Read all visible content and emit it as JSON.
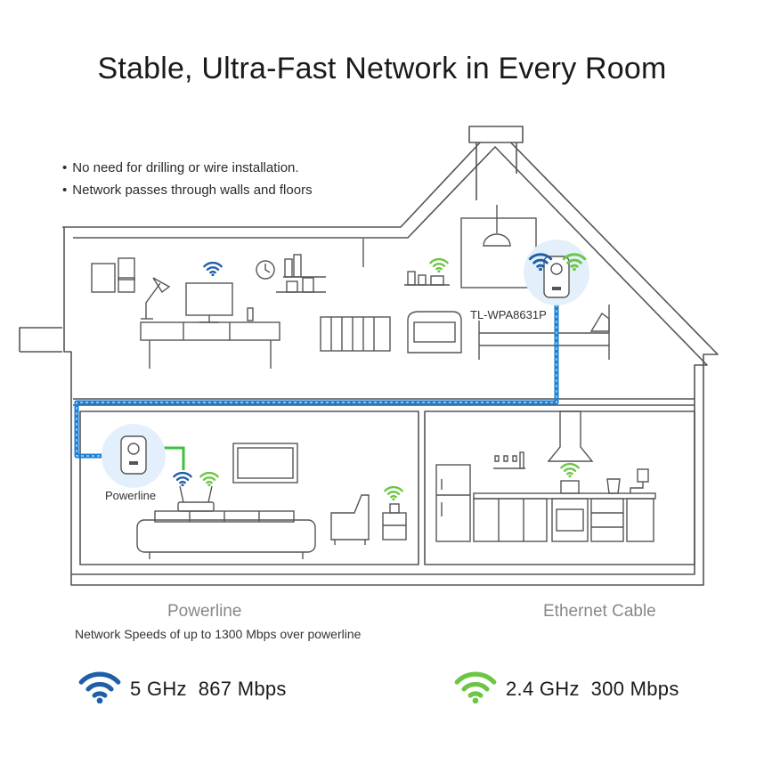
{
  "title": "Stable, Ultra-Fast Network in Every Room",
  "bullets": [
    "No need for drilling or wire installation.",
    "Network passes through walls and floors"
  ],
  "labels": {
    "extender_model": "TL-WPA8631P",
    "powerline_device": "Powerline"
  },
  "legend": {
    "powerline": "Powerline",
    "ethernet": "Ethernet Cable",
    "speed_note": "Network Speeds of up to 1300 Mbps over powerline"
  },
  "bands": [
    {
      "band": "5 GHz",
      "speed": "867 Mbps",
      "icon": "wifi-5ghz-icon",
      "color": "#1f5fa8"
    },
    {
      "band": "2.4 GHz",
      "speed": "300 Mbps",
      "icon": "wifi-24ghz-icon",
      "color": "#6cc644"
    }
  ],
  "colors": {
    "line": "#555555",
    "powerline": "#1a7fd6",
    "ethernet": "#3cc23c",
    "wifi_5ghz": "#1f5fa8",
    "wifi_24ghz": "#6cc644"
  }
}
